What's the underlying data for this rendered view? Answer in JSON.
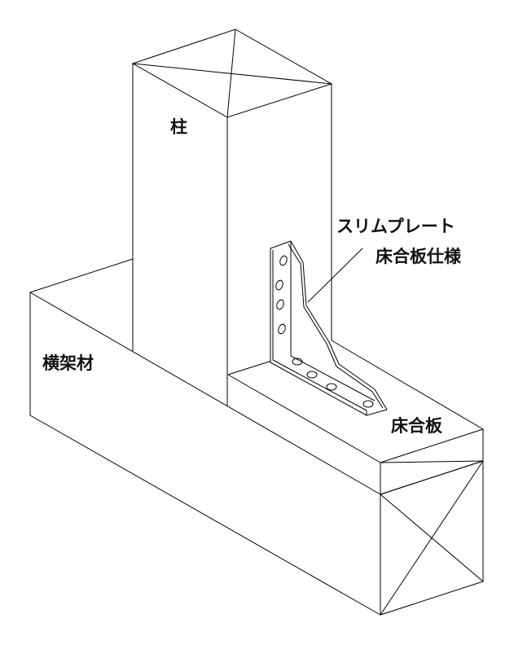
{
  "labels": {
    "column": "柱",
    "beam": "横架材",
    "plate_name": "スリムプレート",
    "plate_spec": "床合板仕様",
    "floorboard": "床合板"
  }
}
